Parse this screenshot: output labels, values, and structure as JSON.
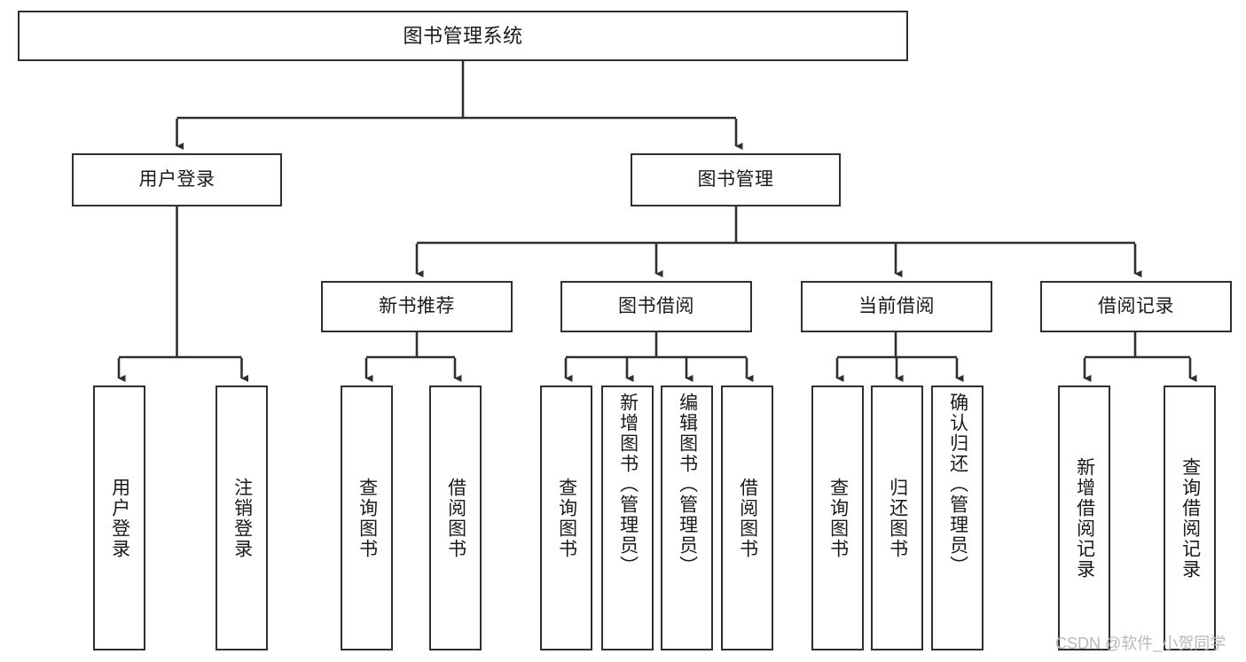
{
  "diagram": {
    "title": "图书管理系统",
    "type": "tree-hierarchy",
    "orientation": "top-down",
    "colors": {
      "box_border": "#2f2f2f",
      "box_fill": "#ffffff",
      "edge": "#2f2f2f",
      "text": "#1a1a1a",
      "watermark": "#b9b9b9"
    },
    "nodes": {
      "root": {
        "label": "图书管理系统"
      },
      "level2": [
        {
          "label": "用户登录"
        },
        {
          "label": "图书管理"
        }
      ],
      "level3": [
        {
          "label": "新书推荐"
        },
        {
          "label": "图书借阅"
        },
        {
          "label": "当前借阅"
        },
        {
          "label": "借阅记录"
        }
      ],
      "leaves_user_login": [
        {
          "label": "用户登录"
        },
        {
          "label": "注销登录"
        }
      ],
      "leaves_new_book": [
        {
          "label": "查询图书"
        },
        {
          "label": "借阅图书"
        }
      ],
      "leaves_borrow": [
        {
          "label": "查询图书"
        },
        {
          "label": "新增图书（管理员）"
        },
        {
          "label": "编辑图书（管理员）"
        },
        {
          "label": "借阅图书"
        }
      ],
      "leaves_current": [
        {
          "label": "查询图书"
        },
        {
          "label": "归还图书"
        },
        {
          "label": "确认归还（管理员）"
        }
      ],
      "leaves_records": [
        {
          "label": "新增借阅记录"
        },
        {
          "label": "查询借阅记录"
        }
      ]
    },
    "watermark": "CSDN @软件_小贺同学"
  }
}
